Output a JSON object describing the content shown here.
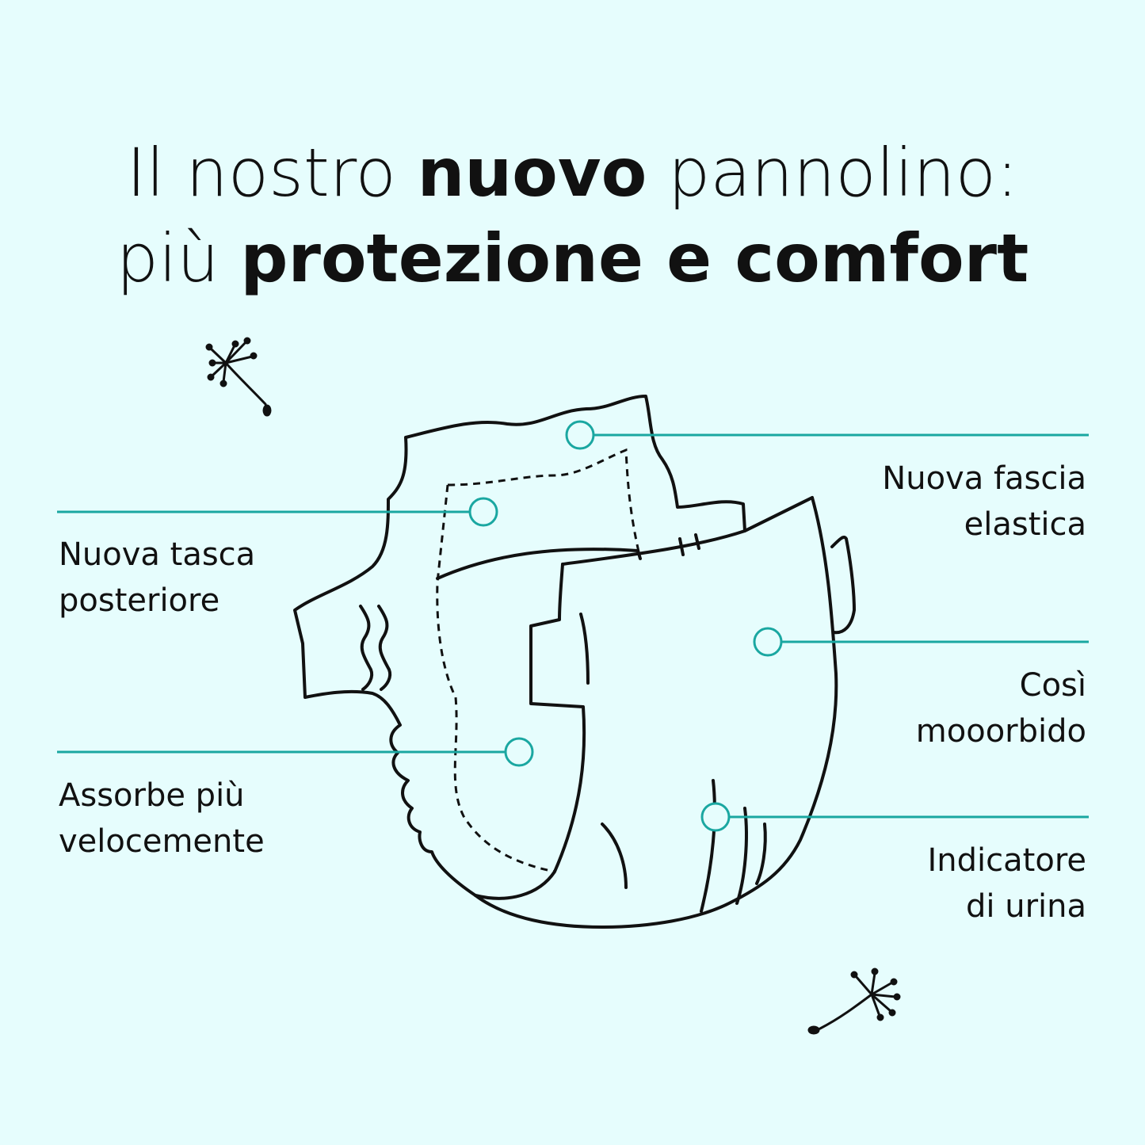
{
  "title": {
    "line1_normal": "Il nostro ",
    "line1_bold": "nuovo",
    "line1_end": " pannolino:",
    "line2_normal": "più ",
    "line2_bold": "protezione e comfort"
  },
  "callouts": [
    {
      "line1": "Nuova tasca",
      "line2": "posteriore"
    },
    {
      "line1": "Assorbe più",
      "line2": "velocemente"
    },
    {
      "line1": "Nuova fascia",
      "line2": "elastica"
    },
    {
      "line1": "Così",
      "line2": "mooorbido"
    },
    {
      "line1": "Indicatore",
      "line2": "di urina"
    }
  ],
  "colors": {
    "background": "#e6fdfd",
    "accent": "#1aa7a1",
    "ink": "#111111"
  },
  "icons": [
    "diaper-illustration",
    "dandelion-seed-icon"
  ]
}
